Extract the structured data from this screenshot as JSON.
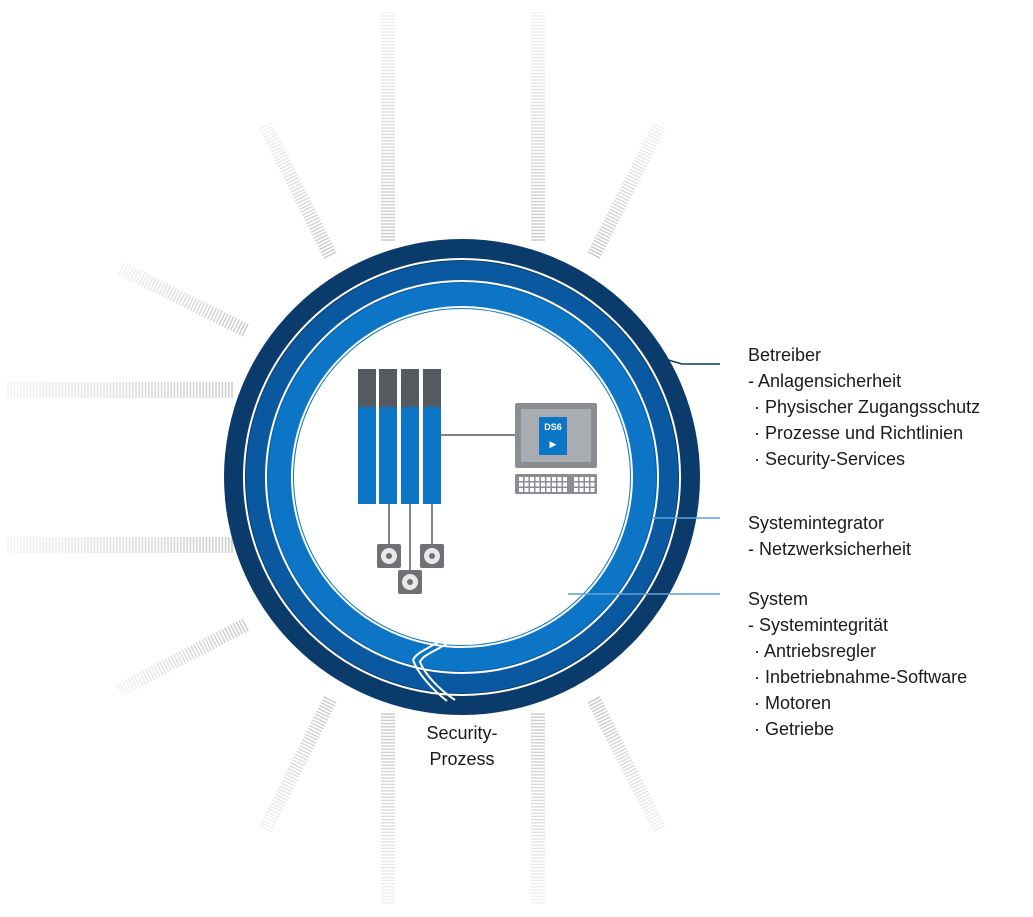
{
  "colors": {
    "outer_ring": "#0b3b6a",
    "middle_ring": "#0a59a0",
    "inner_ring": "#0c75c6",
    "rays": "#c8c8c8",
    "drive_top": "#555a60",
    "drive_body": "#0c75c6",
    "monitor": "#8a8e93"
  },
  "device": {
    "software_badge": "DS6",
    "play_glyph": "▶"
  },
  "labels": {
    "betreiber": {
      "title": "Betreiber",
      "sub": "- Anlagensicherheit",
      "items": [
        "· Physischer Zugangsschutz",
        "· Prozesse und Richtlinien",
        "· Security-Services"
      ]
    },
    "systemintegrator": {
      "title": "Systemintegrator",
      "sub": "- Netzwerksicherheit"
    },
    "system": {
      "title": "System",
      "sub": "- Systemintegrität",
      "items": [
        "· Antriebsregler",
        "· Inbetriebnahme-Software",
        "· Motoren",
        "· Getriebe"
      ]
    },
    "security_process": {
      "line1": "Security-",
      "line2": "Prozess"
    }
  }
}
